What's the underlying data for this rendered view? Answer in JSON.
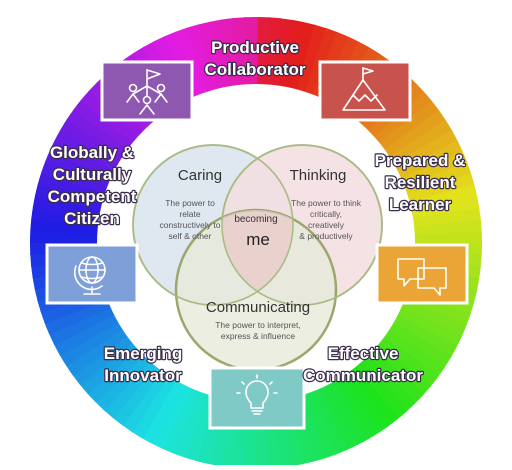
{
  "diagram": {
    "outer_labels": {
      "top": [
        "Productive",
        "Collaborator"
      ],
      "upper_right": [
        "Prepared &",
        "Resilient",
        "Learner"
      ],
      "lower_right": [
        "Effective",
        "Communicator"
      ],
      "lower_left": [
        "Emerging",
        "Innovator"
      ],
      "upper_left": [
        "Globally &",
        "Culturally",
        "Competent",
        "Citizen"
      ]
    },
    "venn": {
      "caring": {
        "title": "Caring",
        "desc": [
          "The power to",
          "relate",
          "constructively to",
          "self & other"
        ]
      },
      "thinking": {
        "title": "Thinking",
        "desc": [
          "The power to think",
          "critically,",
          "creatively",
          "& productively"
        ]
      },
      "communicating": {
        "title": "Communicating",
        "desc": [
          "The power to interpret,",
          "express & influence"
        ]
      },
      "center": {
        "small": "becoming",
        "big": "me"
      }
    },
    "icons": {
      "collaborator": "team-flag-icon",
      "learner": "mountain-flag-icon",
      "communicator": "speech-bubbles-icon",
      "innovator": "lightbulb-icon",
      "citizen": "globe-icon"
    },
    "colors": {
      "tile_purple": "#8e57b0",
      "tile_red": "#c8524c",
      "tile_orange": "#eba536",
      "tile_teal": "#7fcac6",
      "tile_blue": "#7f9fd8",
      "caring_circle": "#dfe7f1",
      "thinking_circle": "#f3dde0",
      "communicating_circle": "#e6ead9"
    }
  }
}
